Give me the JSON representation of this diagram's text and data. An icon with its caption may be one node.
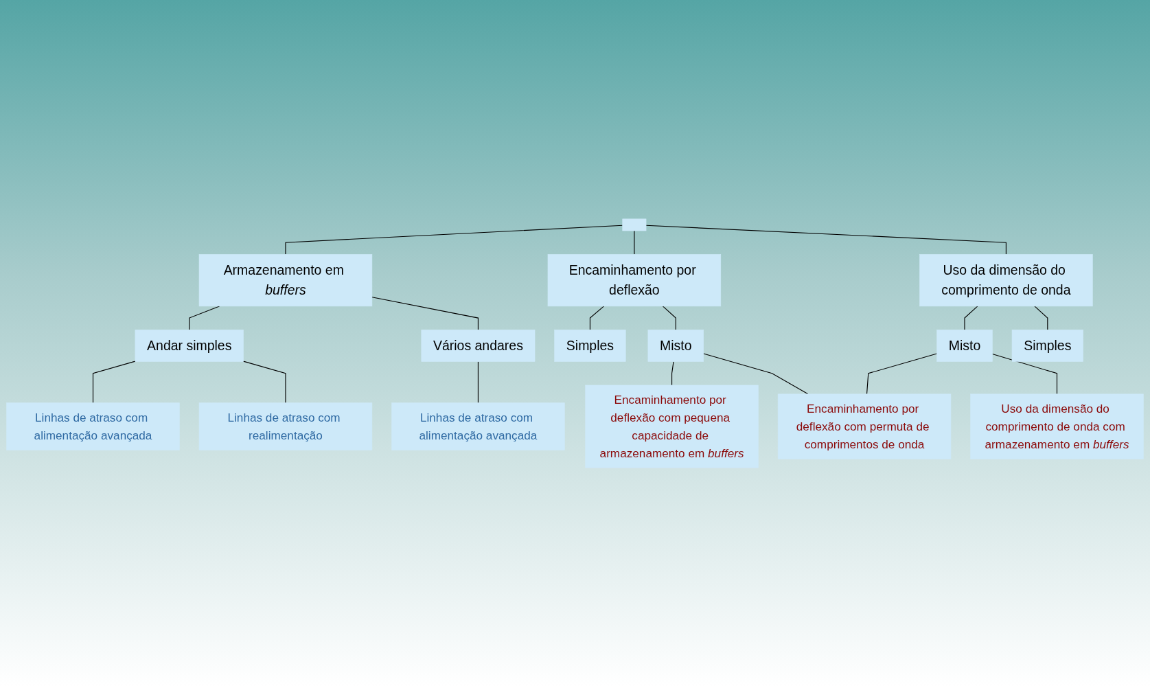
{
  "diagram": {
    "nodes": [
      {
        "text": [],
        "shape": "box"
      },
      {
        "text": [
          "Armazenamento em *buffers*"
        ]
      },
      {
        "text": [
          "Encaminhamento por deflexão"
        ]
      },
      {
        "text": [
          "Uso da dimensão do comprimento de onda"
        ]
      },
      {
        "text": [
          "Andar simples"
        ]
      },
      {
        "text": [
          "Vários andares"
        ]
      },
      {
        "text": [
          "Simples"
        ]
      },
      {
        "text": [
          "Misto"
        ]
      },
      {
        "text": [
          "Misto"
        ]
      },
      {
        "text": [
          "Simples"
        ]
      },
      {
        "text": [
          "Linhas de atraso com alimentação avançada"
        ]
      },
      {
        "text": [
          "Linhas de atraso com alimentação avançada"
        ]
      },
      {
        "text": [
          "Encaminhamento por deflexão com pequena capacidade de armazenamento em *buffers*"
        ]
      },
      {
        "text": [
          "Uso da dimensão do comprimento de onda com armazenamento em *buffers*"
        ]
      },
      {
        "text": [
          "Linhas de atraso com realimentação"
        ]
      },
      {
        "text": [
          "Encaminhamento por deflexão com permuta de comprimentos de onda"
        ]
      }
    ],
    "edges": [
      {
        "from": 0,
        "to": 1,
        "arrow": "none"
      },
      {
        "from": 0,
        "to": 2,
        "arrow": "none"
      },
      {
        "from": 0,
        "to": 3,
        "arrow": "none"
      },
      {
        "from": 1,
        "to": 4,
        "arrow": "none"
      },
      {
        "from": 1,
        "to": 5,
        "arrow": "none"
      },
      {
        "from": 2,
        "to": 6,
        "arrow": "none"
      },
      {
        "from": 2,
        "to": 7,
        "arrow": "none"
      },
      {
        "from": 3,
        "to": 8,
        "arrow": "none"
      },
      {
        "from": 3,
        "to": 9,
        "arrow": "none"
      },
      {
        "from": 4,
        "to": 10,
        "arrow": "none"
      },
      {
        "from": 4,
        "to": 14,
        "arrow": "none"
      },
      {
        "from": 5,
        "to": 11,
        "arrow": "none"
      },
      {
        "from": 7,
        "to": 12,
        "arrow": "none"
      },
      {
        "from": 7,
        "to": 15,
        "arrow": "none"
      },
      {
        "from": 8,
        "to": 15,
        "arrow": "none"
      },
      {
        "from": 8,
        "to": 13,
        "arrow": "none"
      }
    ]
  }
}
